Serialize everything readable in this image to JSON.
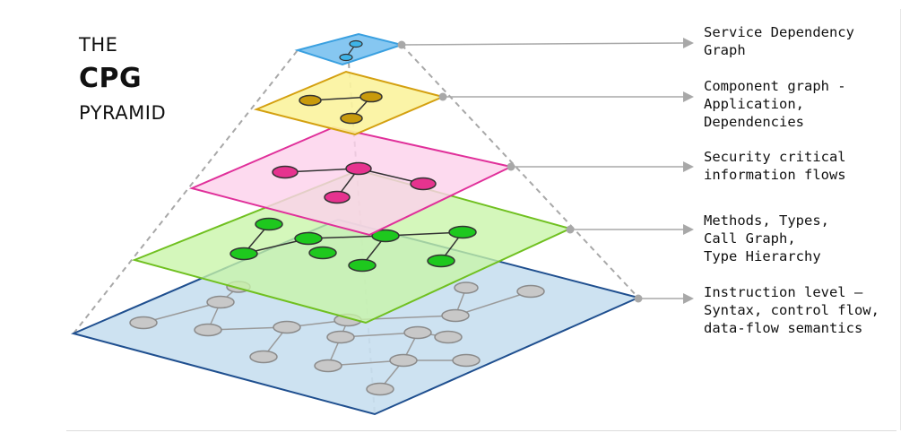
{
  "title": {
    "line1": "THE",
    "line2": "CPG",
    "line3": "PYRAMID"
  },
  "layers": [
    {
      "id": "service",
      "label": "Service Dependency\nGraph",
      "fill": "#7fc4f0",
      "stroke": "#3aa0e0",
      "node": "#3fb4e8"
    },
    {
      "id": "component",
      "label": "Component graph -\nApplication,\nDependencies",
      "fill": "#fbf3a0",
      "stroke": "#d4a010",
      "node": "#c89a0c"
    },
    {
      "id": "security",
      "label": "Security critical\ninformation flows",
      "fill": "#fcd2ec",
      "stroke": "#e0309a",
      "node": "#e6338f"
    },
    {
      "id": "methods",
      "label": "Methods, Types,\nCall Graph,\nType Hierarchy",
      "fill": "#c8f5a8",
      "stroke": "#70c020",
      "node": "#1ec81e"
    },
    {
      "id": "instruction",
      "label": "Instruction level –\nSyntax, control flow,\ndata-flow semantics",
      "fill": "#c8dff0",
      "stroke": "#1f4f8f",
      "node": "#c8c8c8"
    }
  ]
}
